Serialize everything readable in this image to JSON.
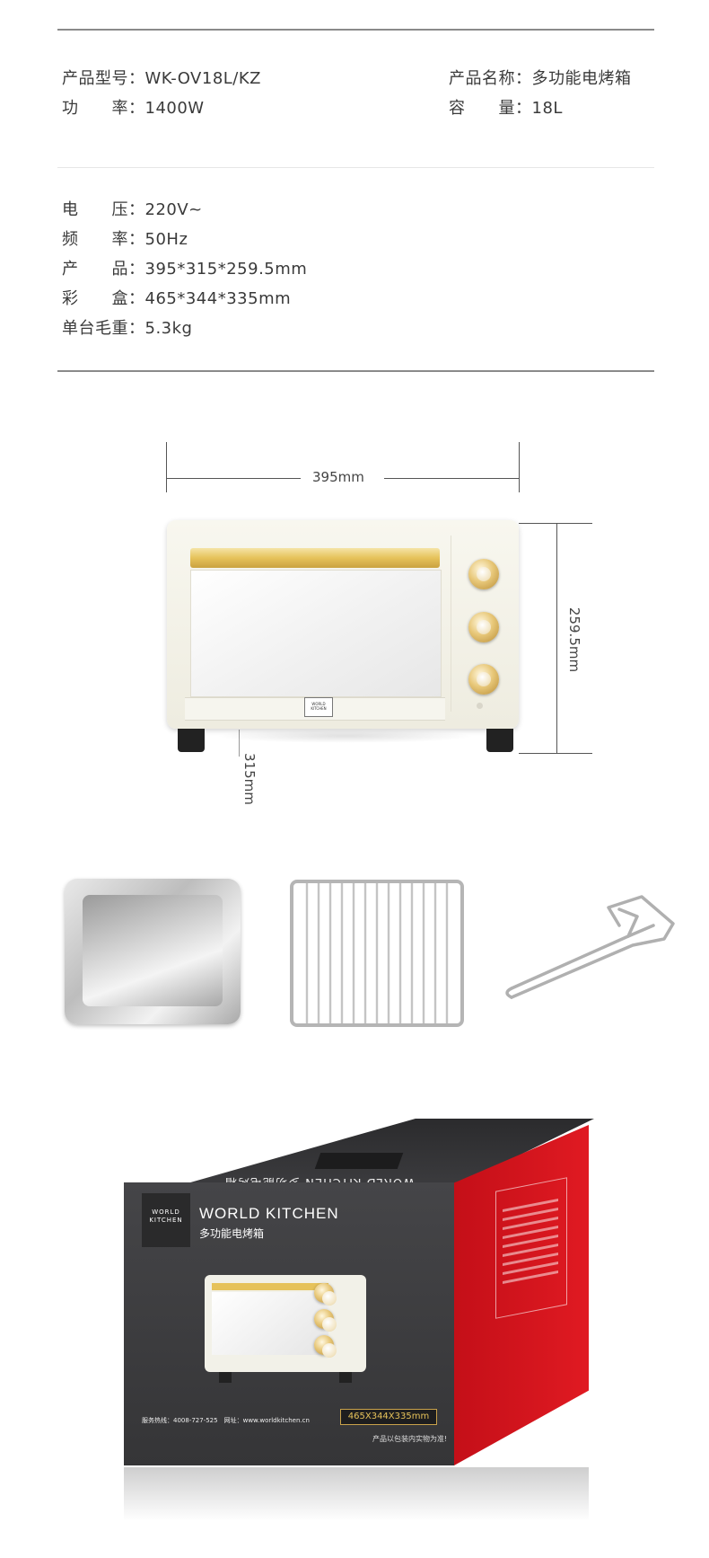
{
  "specs": {
    "model_label": "产品型号：",
    "model_value": "WK-OV18L/KZ",
    "name_label": "产品名称：",
    "name_value": "多功能电烤箱",
    "power_label": "功　　率：",
    "power_value": "1400W",
    "capacity_label": "容　　量：",
    "capacity_value": "18L",
    "voltage_label": "电　　压：",
    "voltage_value": "220V~",
    "frequency_label": "频　　率：",
    "frequency_value": "50Hz",
    "product_size_label": "产　　品：",
    "product_size_value": "395*315*259.5mm",
    "box_size_label": "彩　　盒：",
    "box_size_value": "465*344*335mm",
    "weight_label": "单台毛重：",
    "weight_value": "5.3kg"
  },
  "dimensions": {
    "width": "395mm",
    "height": "259.5mm",
    "depth": "315mm"
  },
  "oven": {
    "brand_line1": "WORLD",
    "brand_line2": "KITCHEN"
  },
  "box": {
    "brand": "WORLD KITCHEN",
    "product_name": "多功能电烤箱",
    "logo_line1": "WORLD",
    "logo_line2": "KITCHEN",
    "top_text": "WORLD KITCHEN 多功能电烤箱",
    "hotline": "服务热线：4008-727-525　网址：www.worldkitchen.cn",
    "size_tag": "465X344X335mm",
    "disclaimer": "产品以包装内实物为准!"
  },
  "colors": {
    "gold": "#e6c25a",
    "box_red": "#d8141c",
    "box_dark": "#3a3a3c",
    "oven_body": "#f3f2e8"
  }
}
